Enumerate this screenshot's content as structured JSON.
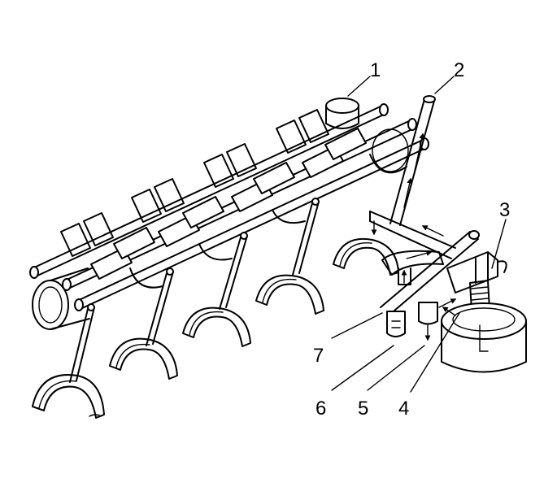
{
  "callouts": [
    {
      "id": "1",
      "label": "1"
    },
    {
      "id": "2",
      "label": "2"
    },
    {
      "id": "3",
      "label": "3"
    },
    {
      "id": "4",
      "label": "4"
    },
    {
      "id": "5",
      "label": "5"
    },
    {
      "id": "6",
      "label": "6"
    },
    {
      "id": "7",
      "label": "7"
    }
  ],
  "colors": {
    "line": "#000000",
    "background": "#ffffff"
  },
  "icons": [
    "arrow-icon"
  ]
}
